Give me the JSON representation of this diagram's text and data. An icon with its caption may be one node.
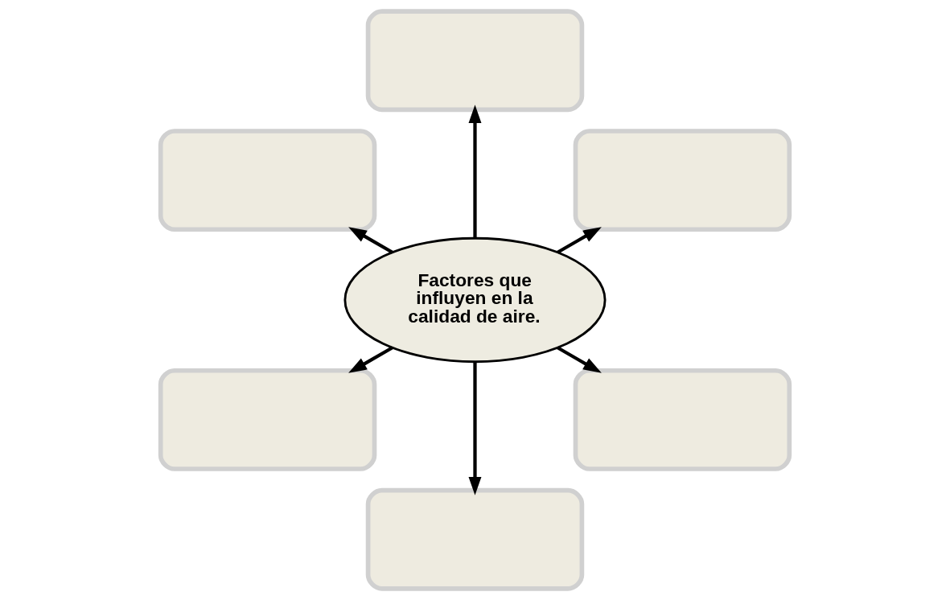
{
  "diagram": {
    "nodes": [
      {
        "text": [
          "Factores que influyen en la calidad de aire."
        ]
      },
      {
        "text": [],
        "shape": "box"
      },
      {
        "text": [],
        "shape": "box"
      },
      {
        "text": [],
        "shape": "box"
      },
      {
        "text": [],
        "shape": "box"
      },
      {
        "text": [],
        "shape": "box"
      },
      {
        "text": [],
        "shape": "box"
      }
    ],
    "edges": [
      {
        "from": 0,
        "to": 1,
        "arrow": "to"
      },
      {
        "from": 0,
        "to": 2,
        "arrow": "to"
      },
      {
        "from": 0,
        "to": 3,
        "arrow": "to"
      },
      {
        "from": 0,
        "to": 4,
        "arrow": "to"
      },
      {
        "from": 0,
        "to": 5,
        "arrow": "to"
      },
      {
        "from": 0,
        "to": 6,
        "arrow": "to"
      }
    ]
  }
}
